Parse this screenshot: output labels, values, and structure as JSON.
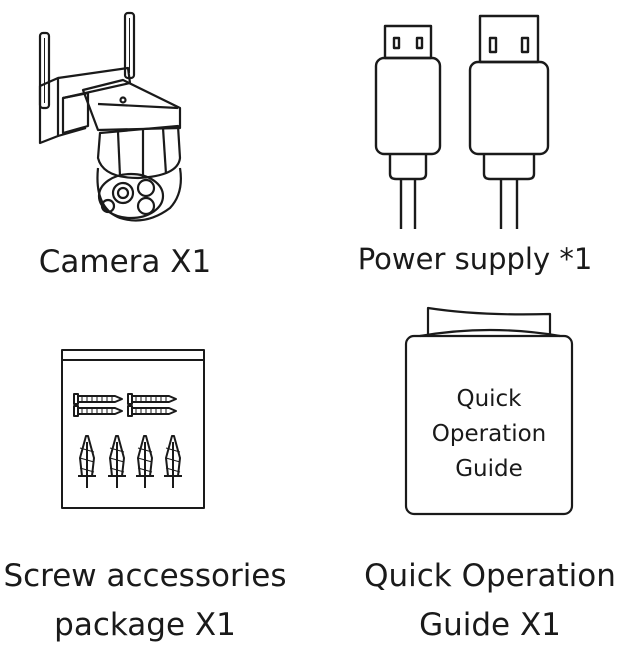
{
  "items": [
    {
      "caption": "Camera X1",
      "icon": "ptz-camera-icon"
    },
    {
      "caption": "Power supply *1",
      "icon": "usb-cable-icon"
    },
    {
      "caption_lines": [
        "Screw accessories",
        "package X1"
      ],
      "icon": "screw-package-icon"
    },
    {
      "caption_lines": [
        "Quick Operation",
        "Guide X1"
      ],
      "icon": "guide-booklet-icon",
      "booklet_text": [
        "Quick",
        "Operation",
        "Guide"
      ]
    }
  ]
}
